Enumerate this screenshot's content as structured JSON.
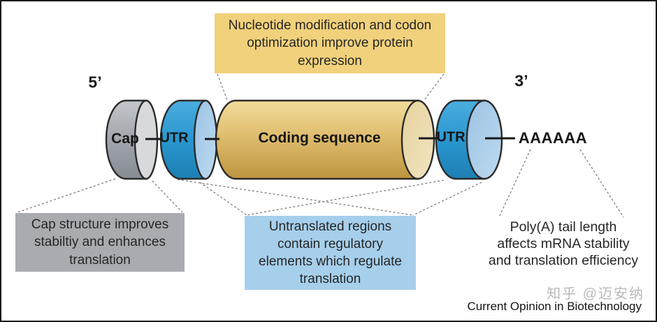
{
  "colors": {
    "box_yellow": "#f2d17c",
    "box_gray": "#a9abb1",
    "box_blue": "#a6cfeb",
    "cap_body": "#a2a7ad",
    "cap_face": "#d7d9dc",
    "utr_body": "#2b9cd6",
    "utr_face": "#a9cbe7",
    "coding_body": "#dfbd6e",
    "coding_face": "#eddcb0",
    "outline": "#2b2b2b",
    "dashed_line": "#7d7d7d",
    "text_dark": "#1f1f1f",
    "watermark_gray": "#b9b9b9"
  },
  "strand": {
    "five_prime_label": "5’",
    "three_prime_label": "3’",
    "cap_label": "Cap",
    "utr5_label": "UTR",
    "coding_label": "Coding sequence",
    "utr3_label": "UTR",
    "poly_a_label": "AAAAAA"
  },
  "annotations": {
    "codon_optimization": "Nucleotide modification and codon\noptimization improve protein\nexpression",
    "cap_structure": "Cap structure improves\nstabiltiy and enhances\ntranslation",
    "untranslated_regions": "Untranslated regions\ncontain regulatory\nelements which regulate\ntranslation",
    "poly_a_tail": "Poly(A) tail length\naffects mRNA stability\nand translation efficiency"
  },
  "footer": {
    "watermark": "知乎 @迈安纳",
    "source": "Current Opinion in Biotechnology"
  }
}
